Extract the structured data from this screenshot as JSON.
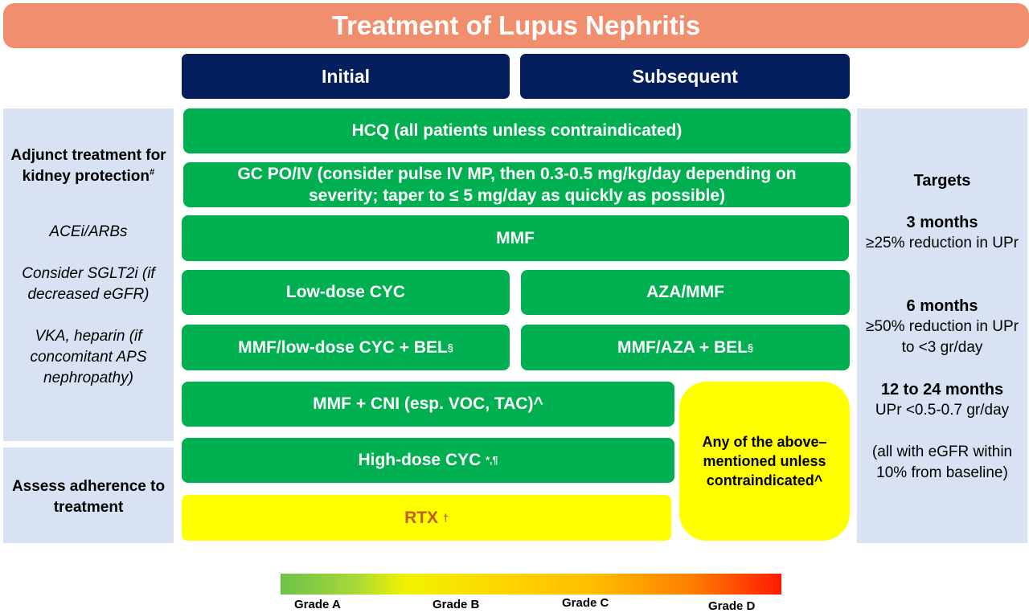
{
  "title": "Treatment of Lupus Nephritis",
  "headers": {
    "initial": "Initial",
    "subsequent": "Subsequent"
  },
  "rows": {
    "hcq": "HCQ (all patients unless contraindicated)",
    "gc": "GC PO/IV (consider pulse IV MP, then 0.3-0.5 mg/kg/day depending on severity; taper to ≤ 5 mg/day as quickly as possible)",
    "mmf": "MMF",
    "low_dose_cyc": "Low-dose CYC",
    "aza_mmf": "AZA/MMF",
    "mmf_low_cyc_bel": "MMF/low-dose CYC + BEL",
    "mmf_aza_bel": "MMF/AZA + BEL",
    "bel_mark": "§",
    "mmf_cni": "MMF + CNI (esp. VOC, TAC)^",
    "high_dose_cyc": "High-dose CYC",
    "high_dose_cyc_mark": "*,¶",
    "rtx": "RTX",
    "rtx_mark": "†",
    "any_above": "Any of the above–mentioned unless contraindicated^"
  },
  "left_panel": {
    "adjunct_title": "Adjunct treatment for kidney protection",
    "adjunct_mark": "#",
    "items": [
      "ACEi/ARBs",
      "Consider SGLT2i (if decreased eGFR)",
      "VKA, heparin (if concomitant APS nephropathy)"
    ],
    "adherence": "Assess adherence to treatment"
  },
  "right_panel": {
    "title": "Targets",
    "t3_label": "3 months",
    "t3_text": "≥25% reduction in UPr",
    "t6_label": "6 months",
    "t6_text": "≥50% reduction in UPr to <3 gr/day",
    "t12_label": "12 to 24 months",
    "t12_text": "UPr <0.5-0.7 gr/day",
    "note": "(all with eGFR within 10% from baseline)"
  },
  "grades": [
    "Grade A",
    "Grade B",
    "Grade C",
    "Grade D"
  ],
  "colors": {
    "title": "#f08e6e",
    "header": "#041e5e",
    "green": "#00b050",
    "yellow": "#ffff00",
    "side_panel": "#d9e2f3",
    "rtx_text": "#c55a11"
  }
}
